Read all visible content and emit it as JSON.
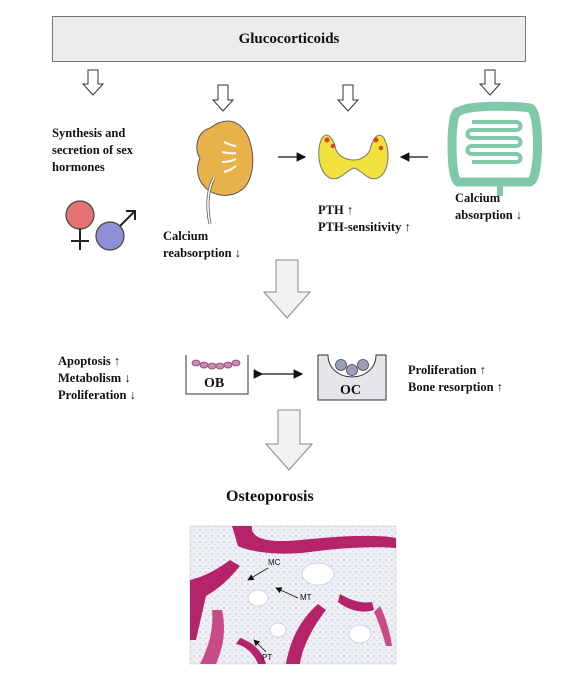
{
  "title": "Glucocorticoids",
  "sex_hormones": [
    "Synthesis and",
    "secretion of sex",
    "hormones"
  ],
  "kidney_label": [
    "Calcium",
    "reabsorption"
  ],
  "parathyroid_label": [
    "PTH",
    "PTH-sensitivity"
  ],
  "intestine_label": [
    "Calcium",
    "absorption"
  ],
  "ob_effects": [
    "Apoptosis",
    "Metabolism",
    "Proliferation"
  ],
  "oc_effects": [
    "Proliferation",
    "Bone resorption"
  ],
  "ob_label": "OB",
  "oc_label": "OC",
  "outcome": "Osteoporosis",
  "micro_labels": {
    "mc": "MC",
    "mt": "MT",
    "pt": "PT"
  },
  "colors": {
    "kidney": "#e8b24a",
    "parathyroid": "#f0e23a",
    "intestine": "#7fc8a8",
    "female": "#e57373",
    "male": "#8f8fd6",
    "bone": "#b5236b"
  }
}
